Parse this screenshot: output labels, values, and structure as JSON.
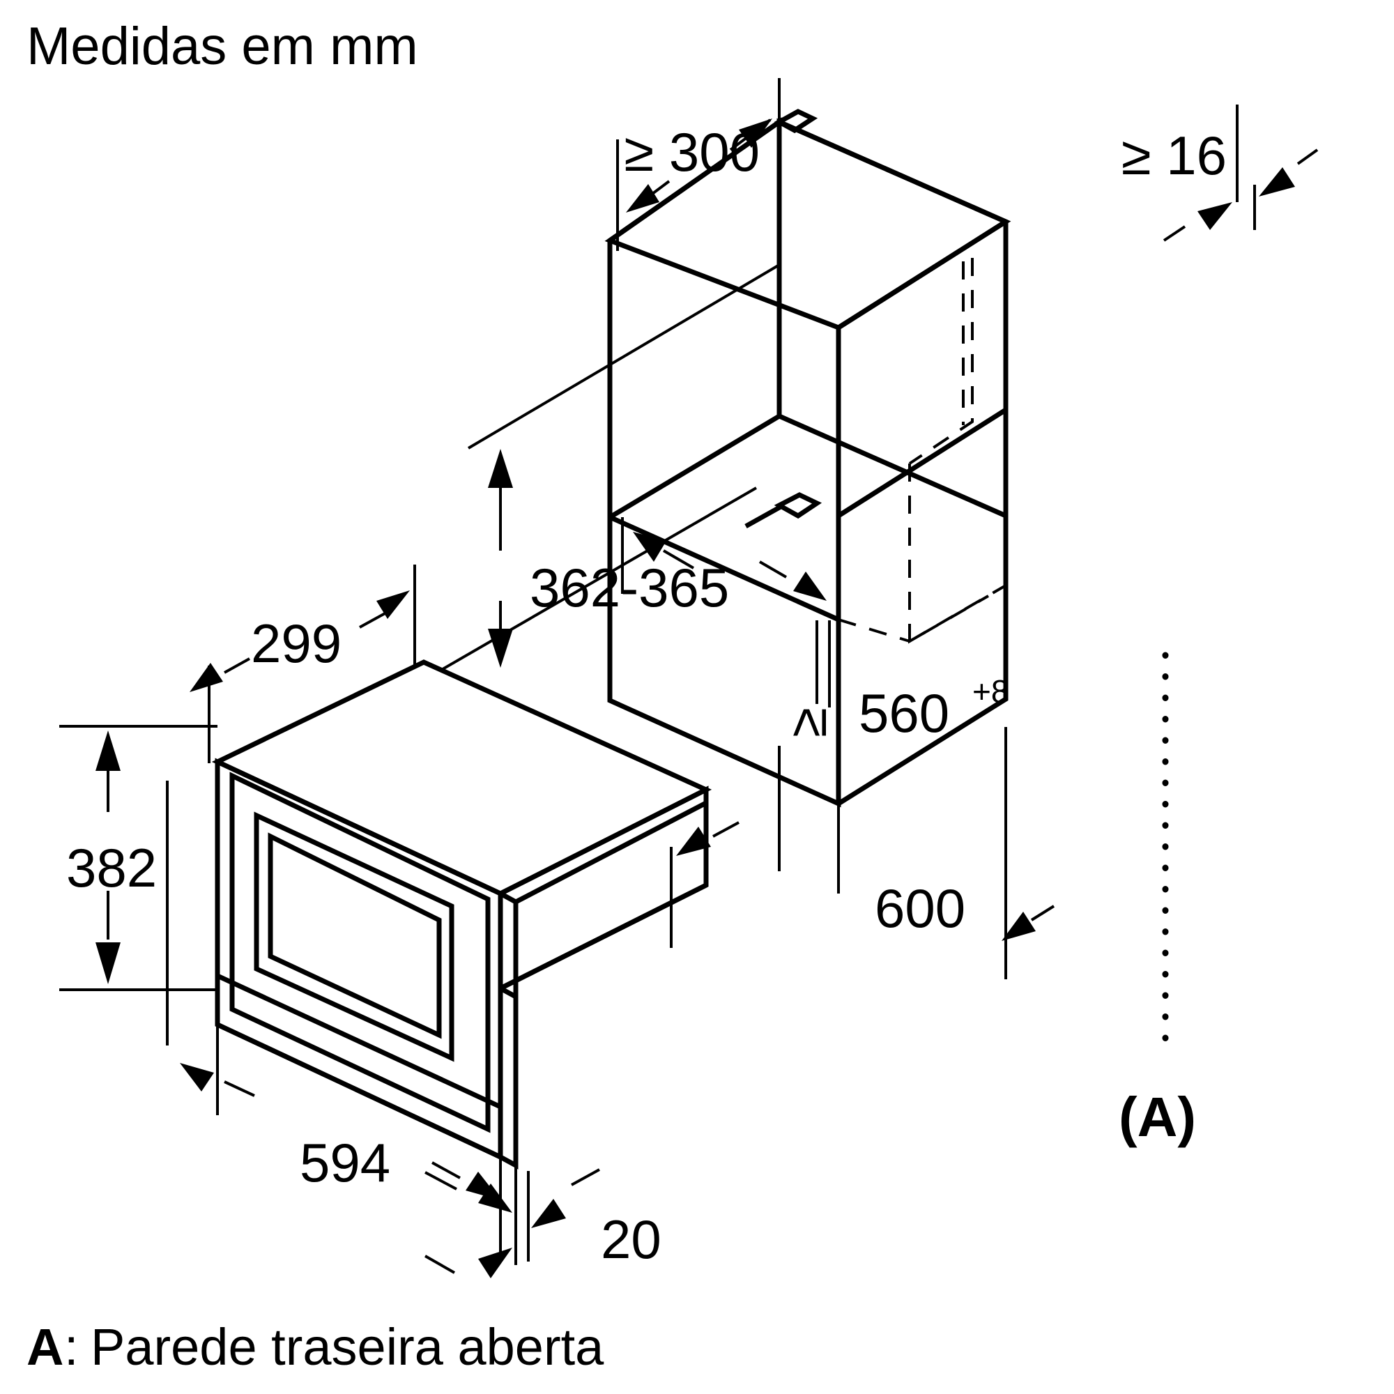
{
  "page": {
    "title": "Medidas em mm",
    "legend_key": "A",
    "legend_sep": ": ",
    "legend_text": "Parede traseira aberta",
    "callout_a": "(A)",
    "background_color": "#ffffff",
    "line_color": "#000000"
  },
  "diagram": {
    "type": "technical-installation-drawing",
    "unit": "mm",
    "views": [
      {
        "name": "appliance-view",
        "description": "Built-in microwave oven shown in isometric projection"
      },
      {
        "name": "cabinet-niche-view",
        "description": "Installation cabinet niche shown in isometric projection with open back wall"
      }
    ]
  },
  "dimensions": {
    "appliance": [
      {
        "id": "depth-299",
        "label": "299",
        "value": 299,
        "unit": "mm",
        "relation": "=",
        "description": "Appliance depth"
      },
      {
        "id": "height-382",
        "label": "382",
        "value": 382,
        "unit": "mm",
        "relation": "=",
        "description": "Appliance height"
      },
      {
        "id": "width-594",
        "label": "594",
        "value": 594,
        "unit": "mm",
        "relation": "=",
        "description": "Appliance width"
      },
      {
        "id": "front-20",
        "label": "20",
        "value": 20,
        "unit": "mm",
        "relation": "=",
        "description": "Front frame projection"
      }
    ],
    "niche": [
      {
        "id": "clear-300",
        "label": "≥ 300",
        "value": 300,
        "unit": "mm",
        "relation": "≥",
        "description": "Minimum clearance above niche"
      },
      {
        "id": "panel-16",
        "label": "≥ 16",
        "value": 16,
        "unit": "mm",
        "relation": "≥",
        "description": "Minimum panel thickness"
      },
      {
        "id": "niche-height",
        "label": "362-365",
        "value_min": 362,
        "value_max": 365,
        "unit": "mm",
        "relation": "range",
        "description": "Niche height"
      },
      {
        "id": "niche-width",
        "label": "560",
        "superscript": "+8",
        "value": 560,
        "tolerance": "+8",
        "unit": "mm",
        "relation": "≥",
        "prefix": "≥",
        "description": "Niche width, tolerance +8"
      },
      {
        "id": "niche-depth",
        "label": "600",
        "value": 600,
        "unit": "mm",
        "relation": "=",
        "description": "Cabinet depth"
      }
    ]
  },
  "symbols": {
    "greater_equal": "≥",
    "range_dash": "-"
  }
}
